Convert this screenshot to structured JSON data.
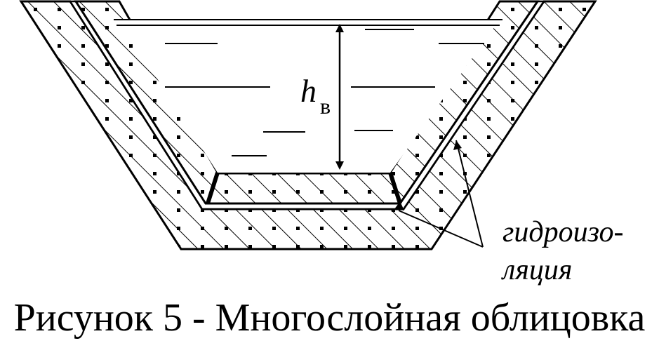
{
  "figure": {
    "water_depth_symbol": "h",
    "water_depth_subscript": "в",
    "label_line1": "гидроизо-",
    "label_line2": "ляция"
  },
  "caption": "Рисунок 5 - Многослойная облицовка",
  "colors": {
    "ink": "#000000",
    "background": "#ffffff"
  }
}
